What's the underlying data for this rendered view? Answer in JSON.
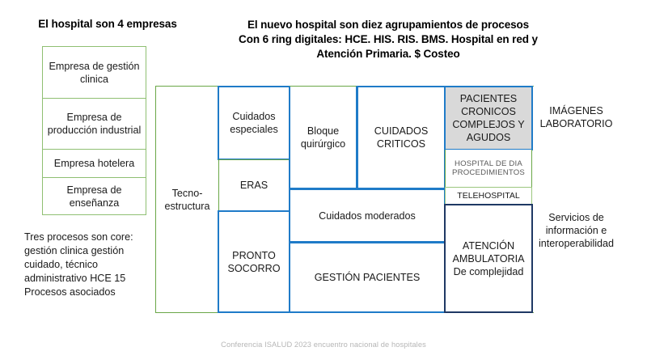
{
  "headings": {
    "left_title": "El hospital son 4 empresas",
    "main_title_line1": "El nuevo hospital son diez agrupamientos de procesos",
    "main_title_line2": "Con 6 ring digitales: HCE. HIS. RIS. BMS. Hospital en red y",
    "main_title_line3": "Atención Primaria. $ Costeo"
  },
  "left_panel": {
    "boxes": [
      {
        "label": "Empresa de gestión clinica"
      },
      {
        "label": "Empresa de producción industrial"
      },
      {
        "label": "Empresa hotelera"
      },
      {
        "label": "Empresa de enseñanza"
      }
    ],
    "note": "Tres procesos son core: gestión clinica gestión cuidado, técnico administrativo HCE 15 Procesos asociados"
  },
  "diagram": {
    "cells": {
      "tecnoestructura": "Tecno-estructura",
      "cuidados_especiales": "Cuidados especiales",
      "eras": "ERAS",
      "pronto_socorro": "PRONTO SOCORRO",
      "bloque_quirurgico": "Bloque quirúrgico",
      "cuidados_criticos": "CUIDADOS CRITICOS",
      "cuidados_moderados": "Cuidados moderados",
      "gestion_pacientes": "GESTIÓN PACIENTES",
      "pacientes_cronicos": "PACIENTES CRONICOS COMPLEJOS Y AGUDOS",
      "hospital_de_dia": "HOSPITAL DE DIA PROCEDIMIENTOS",
      "telehospital": "TELEHOSPITAL",
      "atencion_ambulatoria": "ATENCIÓN AMBULATORIA De complejidad",
      "imagenes_laboratorio": "IMÁGENES LABORATORIO",
      "servicios_informacion": "Servicios de información e interoperabilidad"
    }
  },
  "footer": {
    "text": "Conferencia ISALUD 2023  encuentro nacional de hospitales"
  },
  "colors": {
    "blue": "#1F7BC8",
    "navy": "#1F3864",
    "green": "#6AA747",
    "light_green": "#9CC77E",
    "gray_fill": "#D9D9D9",
    "gray_text": "#595959",
    "footer_text": "#B6B6B6"
  }
}
